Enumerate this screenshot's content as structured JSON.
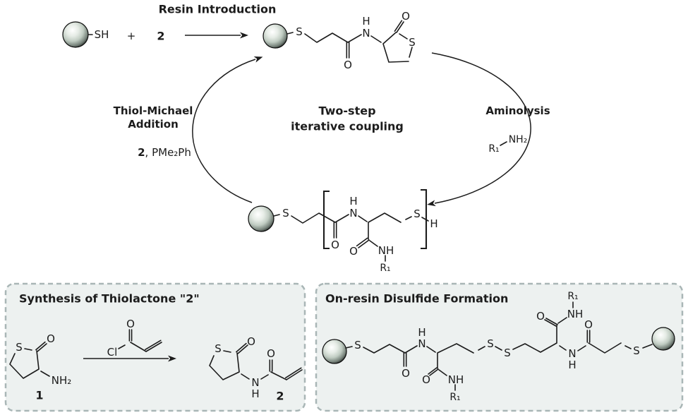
{
  "top_reaction": {
    "label": "Resin Introduction",
    "plus": "+",
    "compound": "2"
  },
  "cycle": {
    "center_line1": "Two-step",
    "center_line2": "iterative coupling",
    "left_step_line1": "Thiol-Michael",
    "left_step_line2": "Addition",
    "left_reagent_bold": "2",
    "left_reagent_rest": ", PMe₂Ph",
    "right_step": "Aminolysis",
    "amine_r": "R₁",
    "amine_nh2": "NH₂"
  },
  "boxes": {
    "synthesis": {
      "title": "Synthesis of Thiolactone \"2\"",
      "compound_1": "1",
      "compound_2": "2"
    },
    "disulfide": {
      "title": "On-resin Disulfide Formation"
    }
  },
  "atoms": {
    "S": "S",
    "SH": "SH",
    "O": "O",
    "N": "N",
    "H": "H",
    "NH": "NH",
    "NH2": "NH₂",
    "Cl": "Cl",
    "R1": "R₁"
  },
  "colors": {
    "line": "#1c1c1c",
    "box_fill": "#edf1f0",
    "box_border": "#a9b6b6",
    "bead_highlight": "#ffffff",
    "bead_shadow": "#0a0a0a"
  }
}
